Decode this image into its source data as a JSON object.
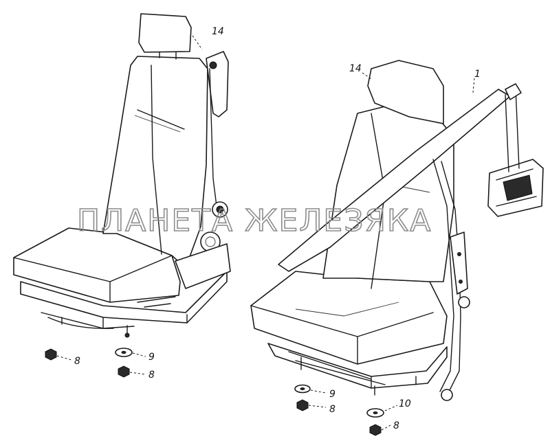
{
  "watermark": "ПЛАНЕТА ЖЕЛЕЗЯКА",
  "callouts": {
    "left_headrest": "14",
    "left_nut": "8",
    "left_washer": "9",
    "left_washer_nut": "8",
    "right_headrest": "14",
    "right_belt": "1",
    "right_washer": "9",
    "right_washer_nut": "8",
    "right_washer2": "10",
    "right_washer2_nut": "8"
  }
}
